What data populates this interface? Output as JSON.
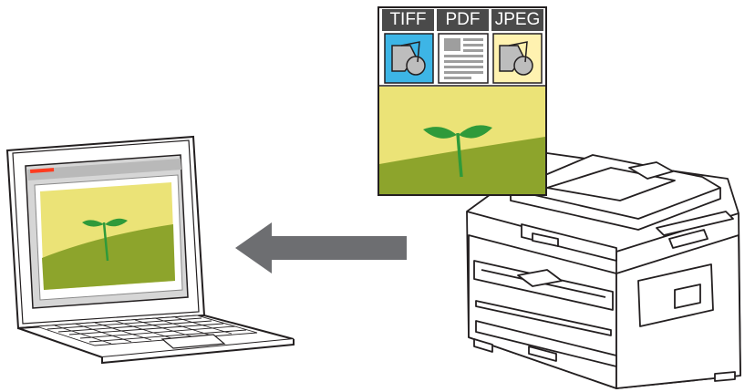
{
  "formats": {
    "tiff": "TIFF",
    "pdf": "PDF",
    "jpeg": "JPEG"
  },
  "colors": {
    "tab_background": "#4a4a4a",
    "tiff_icon_background": "#3db5e6",
    "pdf_icon_background": "#ffffff",
    "jpeg_icon_background": "#fff2b0",
    "sky_yellow": "#ebe377",
    "grass_green": "#8da42c",
    "sprout_green": "#2f9a3a",
    "arrow_gray": "#6d6e71",
    "outline": "#231f20"
  },
  "icons": {
    "tiff": "image-file-icon",
    "pdf": "document-file-icon",
    "jpeg": "image-file-icon",
    "arrow": "arrow-left-icon"
  }
}
